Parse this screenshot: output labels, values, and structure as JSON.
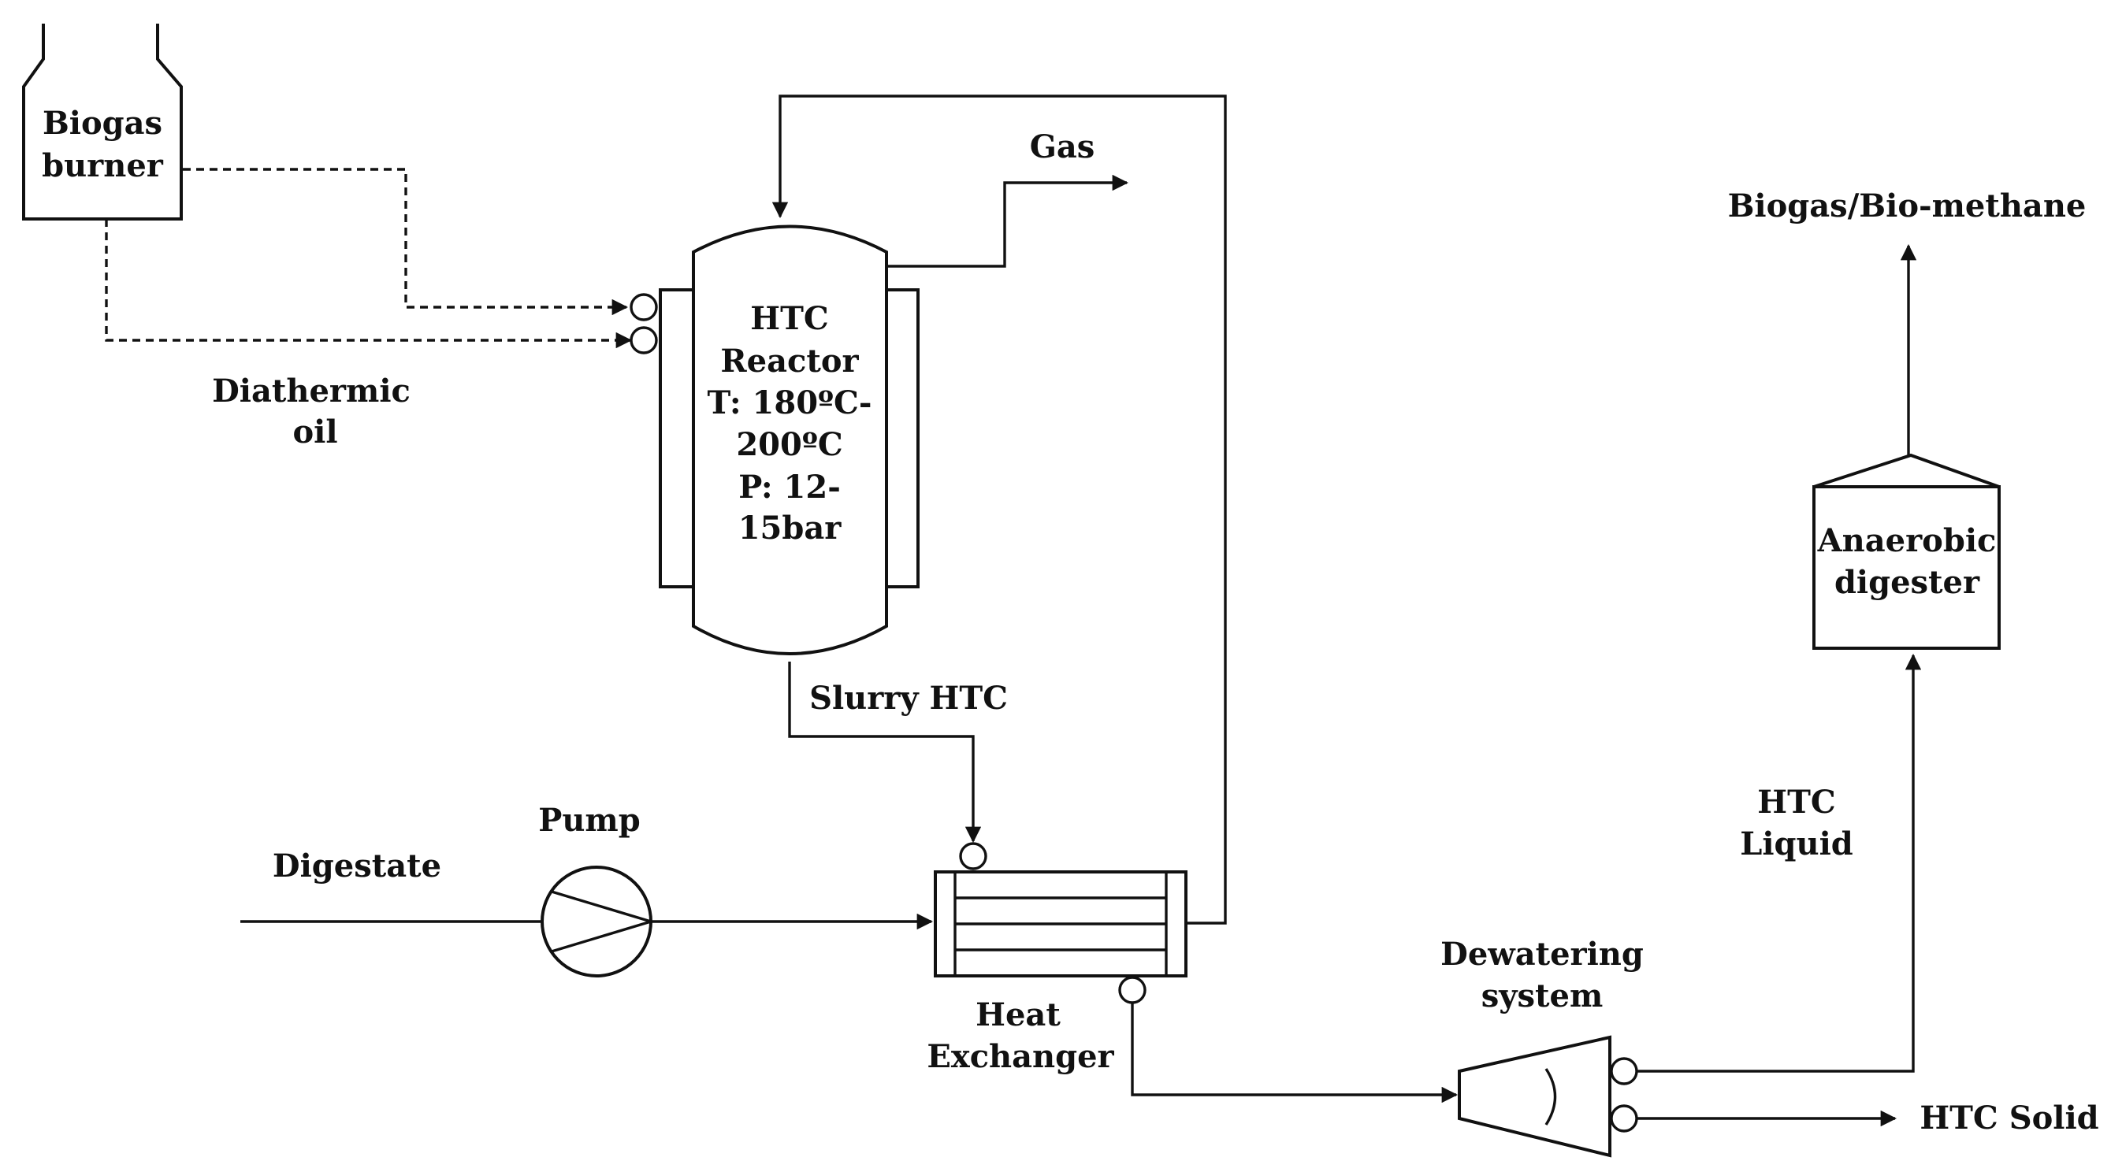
{
  "labels": {
    "biogas_burner": [
      "Biogas",
      "burner"
    ],
    "diathermic_oil": [
      "Diathermic",
      "oil"
    ],
    "htc_reactor": [
      "HTC",
      "Reactor",
      "T: 180ºC-",
      "200ºC",
      "P: 12-",
      "15bar"
    ],
    "gas": "Gas",
    "slurry_htc": "Slurry HTC",
    "pump": "Pump",
    "digestate": "Digestate",
    "heat_exchanger": [
      "Heat",
      "Exchanger"
    ],
    "dewatering_system": [
      "Dewatering",
      "system"
    ],
    "htc_liquid": [
      "HTC",
      "Liquid"
    ],
    "htc_solid": "HTC Solid",
    "anaerobic_digester": [
      "Anaerobic",
      "digester"
    ],
    "biogas_biomethane": "Biogas/Bio-methane"
  }
}
